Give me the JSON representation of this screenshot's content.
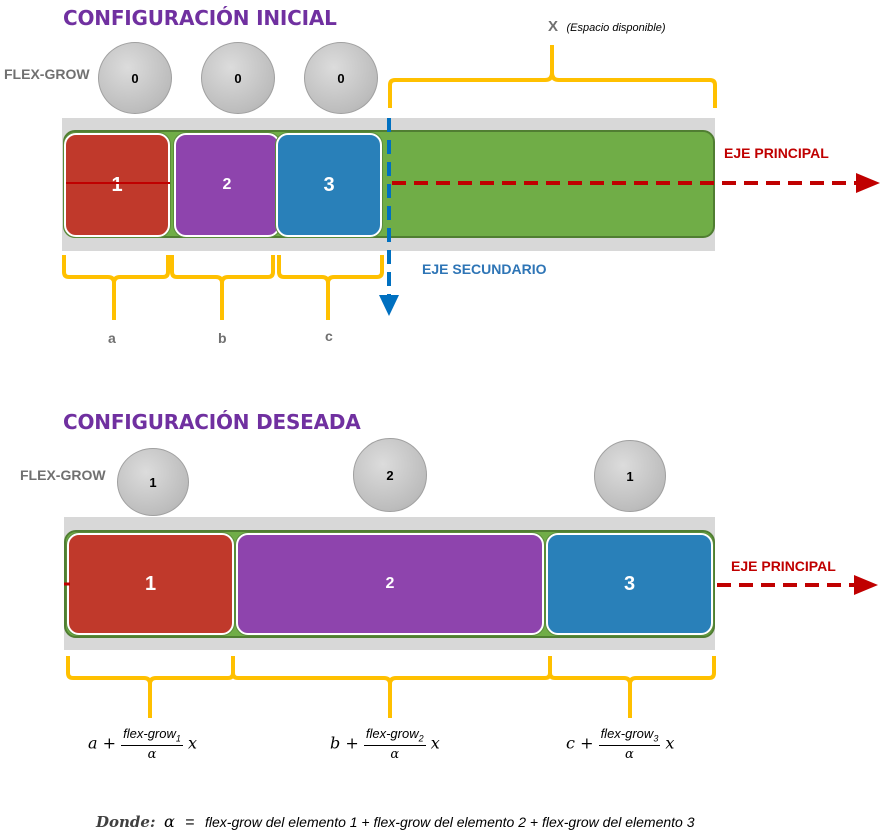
{
  "initial": {
    "title": "CONFIGURACIÓN INICIAL",
    "flex_grow_label": "FLEX-GROW",
    "flex_grow_values": [
      "0",
      "0",
      "0"
    ],
    "x_label": "X",
    "x_note": "(Espacio disponible)",
    "items": [
      "1",
      "2",
      "3"
    ],
    "main_axis": "EJE PRINCIPAL",
    "cross_axis": "EJE SECUNDARIO",
    "sizes": [
      "a",
      "b",
      "c"
    ]
  },
  "desired": {
    "title": "CONFIGURACIÓN DESEADA",
    "flex_grow_label": "FLEX-GROW",
    "flex_grow_values": [
      "1",
      "2",
      "1"
    ],
    "items": [
      "1",
      "2",
      "3"
    ],
    "main_axis": "EJE PRINCIPAL",
    "formulas": [
      {
        "base": "a",
        "num": "flex-grow",
        "sub": "1",
        "den": "α",
        "var": "x"
      },
      {
        "base": "b",
        "num": "flex-grow",
        "sub": "2",
        "den": "α",
        "var": "x"
      },
      {
        "base": "c",
        "num": "flex-grow",
        "sub": "3",
        "den": "α",
        "var": "x"
      }
    ]
  },
  "footnote": {
    "prefix": "Donde:",
    "symbol": "α",
    "equals": "=",
    "text": "flex-grow del elemento 1 + flex-grow del elemento 2 + flex-grow del elemento 3"
  },
  "colors": {
    "title": "#7030A0",
    "item1": "#C0392B",
    "item2": "#8E44AD",
    "item3": "#2980B9",
    "container": "#70AD47",
    "brace": "#FFC000",
    "main_axis": "#C00000",
    "cross_axis": "#2E75B6"
  }
}
